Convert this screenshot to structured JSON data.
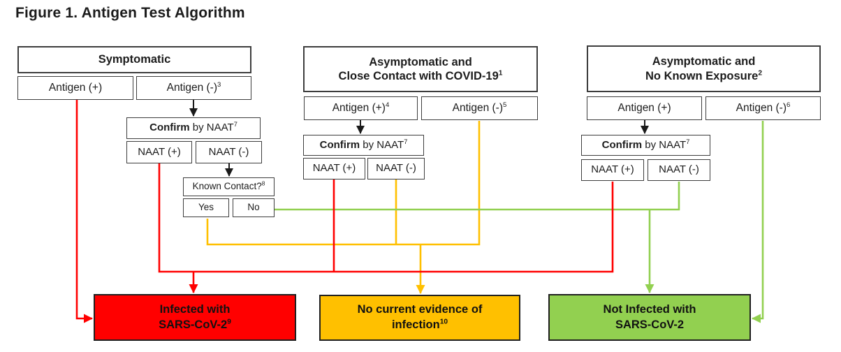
{
  "title": "Figure 1. Antigen Test Algorithm",
  "colors": {
    "red": "#FF0000",
    "orange": "#FFC000",
    "green": "#92D050",
    "black": "#1a1a1a"
  },
  "col1": {
    "header": {
      "line1": "Symptomatic"
    },
    "antigen_pos": {
      "text": "Antigen (+)",
      "sup": ""
    },
    "antigen_neg": {
      "text": "Antigen (-)",
      "sup": "3"
    },
    "confirm": {
      "bold": "Confirm",
      "rest": " by NAAT",
      "sup": "7"
    },
    "naat_pos": "NAAT (+)",
    "naat_neg": "NAAT (-)",
    "known_contact": {
      "text": "Known Contact?",
      "sup": "8"
    },
    "yes": "Yes",
    "no": "No"
  },
  "col2": {
    "header": {
      "line1": "Asymptomatic and",
      "line2": "Close Contact with COVID-19",
      "sup": "1"
    },
    "antigen_pos": {
      "text": "Antigen (+)",
      "sup": "4"
    },
    "antigen_neg": {
      "text": "Antigen (-)",
      "sup": "5"
    },
    "confirm": {
      "bold": "Confirm",
      "rest": " by NAAT",
      "sup": "7"
    },
    "naat_pos": "NAAT (+)",
    "naat_neg": "NAAT (-)"
  },
  "col3": {
    "header": {
      "line1": "Asymptomatic and",
      "line2": "No Known Exposure",
      "sup": "2"
    },
    "antigen_pos": {
      "text": "Antigen (+)",
      "sup": ""
    },
    "antigen_neg": {
      "text": "Antigen (-)",
      "sup": "6"
    },
    "confirm": {
      "bold": "Confirm",
      "rest": " by NAAT",
      "sup": "7"
    },
    "naat_pos": "NAAT (+)",
    "naat_neg": "NAAT (-)"
  },
  "outcomes": {
    "infected": {
      "line1": "Infected with",
      "line2": "SARS-CoV-2",
      "sup": "9",
      "color": "#FF0000"
    },
    "no_evidence": {
      "line1": "No current evidence of",
      "line2": "infection",
      "sup": "10",
      "color": "#FFC000"
    },
    "not_infected": {
      "line1": "Not Infected with",
      "line2": "SARS-CoV-2",
      "sup": "",
      "color": "#92D050"
    }
  }
}
